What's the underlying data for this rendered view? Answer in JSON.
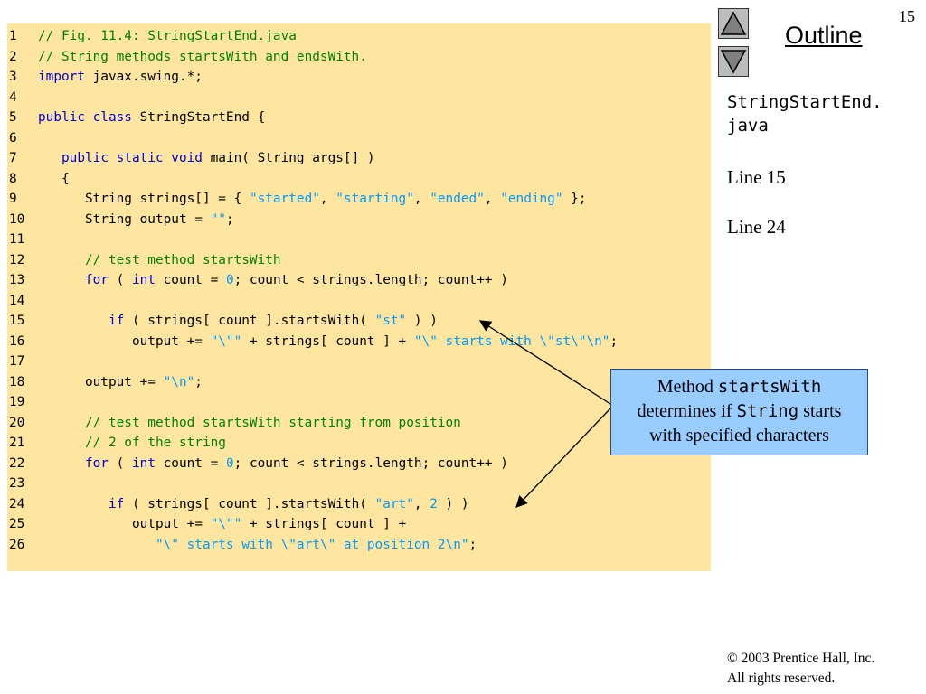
{
  "slide_number": "15",
  "outline_label": "Outline",
  "nav": {
    "up_icon": "triangle-up-icon",
    "down_icon": "triangle-down-icon"
  },
  "side": {
    "file_name": "StringStartEnd.\njava",
    "line_refs": [
      "Line 15",
      "Line 24"
    ]
  },
  "callout": {
    "text_1": "Method ",
    "code_1": "startsWith",
    "text_2": "determines if ",
    "code_2": "String",
    "text_3": " starts",
    "text_4": "with specified characters"
  },
  "code": [
    {
      "n": "1",
      "tokens": [
        {
          "t": "// Fig. 11.4: StringStartEnd.java",
          "c": "comment"
        }
      ]
    },
    {
      "n": "2",
      "tokens": [
        {
          "t": "// String methods startsWith and endsWith.",
          "c": "comment"
        }
      ]
    },
    {
      "n": "3",
      "tokens": [
        {
          "t": "import",
          "c": "keyword"
        },
        {
          "t": " javax.swing.*;",
          "c": "plain"
        }
      ]
    },
    {
      "n": "4",
      "tokens": []
    },
    {
      "n": "5",
      "tokens": [
        {
          "t": "public class",
          "c": "keyword"
        },
        {
          "t": " StringStartEnd {",
          "c": "plain"
        }
      ]
    },
    {
      "n": "6",
      "tokens": []
    },
    {
      "n": "7",
      "tokens": [
        {
          "t": "   ",
          "c": "plain"
        },
        {
          "t": "public static void",
          "c": "keyword"
        },
        {
          "t": " main( String args[] )",
          "c": "plain"
        }
      ]
    },
    {
      "n": "8",
      "tokens": [
        {
          "t": "   {",
          "c": "plain"
        }
      ]
    },
    {
      "n": "9",
      "tokens": [
        {
          "t": "      String strings[] = { ",
          "c": "plain"
        },
        {
          "t": "\"started\"",
          "c": "string"
        },
        {
          "t": ", ",
          "c": "plain"
        },
        {
          "t": "\"starting\"",
          "c": "string"
        },
        {
          "t": ", ",
          "c": "plain"
        },
        {
          "t": "\"ended\"",
          "c": "string"
        },
        {
          "t": ", ",
          "c": "plain"
        },
        {
          "t": "\"ending\"",
          "c": "string"
        },
        {
          "t": " };",
          "c": "plain"
        }
      ]
    },
    {
      "n": "10",
      "tokens": [
        {
          "t": "      String output = ",
          "c": "plain"
        },
        {
          "t": "\"\"",
          "c": "string"
        },
        {
          "t": ";",
          "c": "plain"
        }
      ]
    },
    {
      "n": "11",
      "tokens": []
    },
    {
      "n": "12",
      "tokens": [
        {
          "t": "      // test method startsWith",
          "c": "comment"
        }
      ]
    },
    {
      "n": "13",
      "tokens": [
        {
          "t": "      ",
          "c": "plain"
        },
        {
          "t": "for",
          "c": "keyword"
        },
        {
          "t": " ( ",
          "c": "plain"
        },
        {
          "t": "int",
          "c": "keyword"
        },
        {
          "t": " count = ",
          "c": "plain"
        },
        {
          "t": "0",
          "c": "number"
        },
        {
          "t": "; count < strings.length; count++ )",
          "c": "plain"
        }
      ]
    },
    {
      "n": "14",
      "tokens": []
    },
    {
      "n": "15",
      "tokens": [
        {
          "t": "         ",
          "c": "plain"
        },
        {
          "t": "if",
          "c": "keyword"
        },
        {
          "t": " ( strings[ count ].startsWith( ",
          "c": "plain"
        },
        {
          "t": "\"st\"",
          "c": "string"
        },
        {
          "t": " ) )",
          "c": "plain"
        }
      ]
    },
    {
      "n": "16",
      "tokens": [
        {
          "t": "            output += ",
          "c": "plain"
        },
        {
          "t": "\"\\\"\"",
          "c": "string"
        },
        {
          "t": " + strings[ count ] + ",
          "c": "plain"
        },
        {
          "t": "\"\\\" starts with \\\"st\\\"\\n\"",
          "c": "string"
        },
        {
          "t": ";",
          "c": "plain"
        }
      ]
    },
    {
      "n": "17",
      "tokens": []
    },
    {
      "n": "18",
      "tokens": [
        {
          "t": "      output += ",
          "c": "plain"
        },
        {
          "t": "\"\\n\"",
          "c": "string"
        },
        {
          "t": ";",
          "c": "plain"
        }
      ]
    },
    {
      "n": "19",
      "tokens": []
    },
    {
      "n": "20",
      "tokens": [
        {
          "t": "      // test method startsWith starting from position",
          "c": "comment"
        }
      ]
    },
    {
      "n": "21",
      "tokens": [
        {
          "t": "      // 2 of the string",
          "c": "comment"
        }
      ]
    },
    {
      "n": "22",
      "tokens": [
        {
          "t": "      ",
          "c": "plain"
        },
        {
          "t": "for",
          "c": "keyword"
        },
        {
          "t": " ( ",
          "c": "plain"
        },
        {
          "t": "int",
          "c": "keyword"
        },
        {
          "t": " count = ",
          "c": "plain"
        },
        {
          "t": "0",
          "c": "number"
        },
        {
          "t": "; count < strings.length; count++ )",
          "c": "plain"
        }
      ]
    },
    {
      "n": "23",
      "tokens": []
    },
    {
      "n": "24",
      "tokens": [
        {
          "t": "         ",
          "c": "plain"
        },
        {
          "t": "if",
          "c": "keyword"
        },
        {
          "t": " ( strings[ count ].startsWith( ",
          "c": "plain"
        },
        {
          "t": "\"art\"",
          "c": "string"
        },
        {
          "t": ", ",
          "c": "plain"
        },
        {
          "t": "2",
          "c": "number"
        },
        {
          "t": " ) )",
          "c": "plain"
        }
      ]
    },
    {
      "n": "25",
      "tokens": [
        {
          "t": "            output += ",
          "c": "plain"
        },
        {
          "t": "\"\\\"\"",
          "c": "string"
        },
        {
          "t": " + strings[ count ] +",
          "c": "plain"
        }
      ]
    },
    {
      "n": "26",
      "tokens": [
        {
          "t": "               ",
          "c": "plain"
        },
        {
          "t": "\"\\\" starts with \\\"art\\\" at position 2\\n\"",
          "c": "string"
        },
        {
          "t": ";",
          "c": "plain"
        }
      ]
    }
  ],
  "copyright": {
    "line_1": "© 2003 Prentice Hall, Inc.",
    "line_2": "All rights reserved."
  }
}
